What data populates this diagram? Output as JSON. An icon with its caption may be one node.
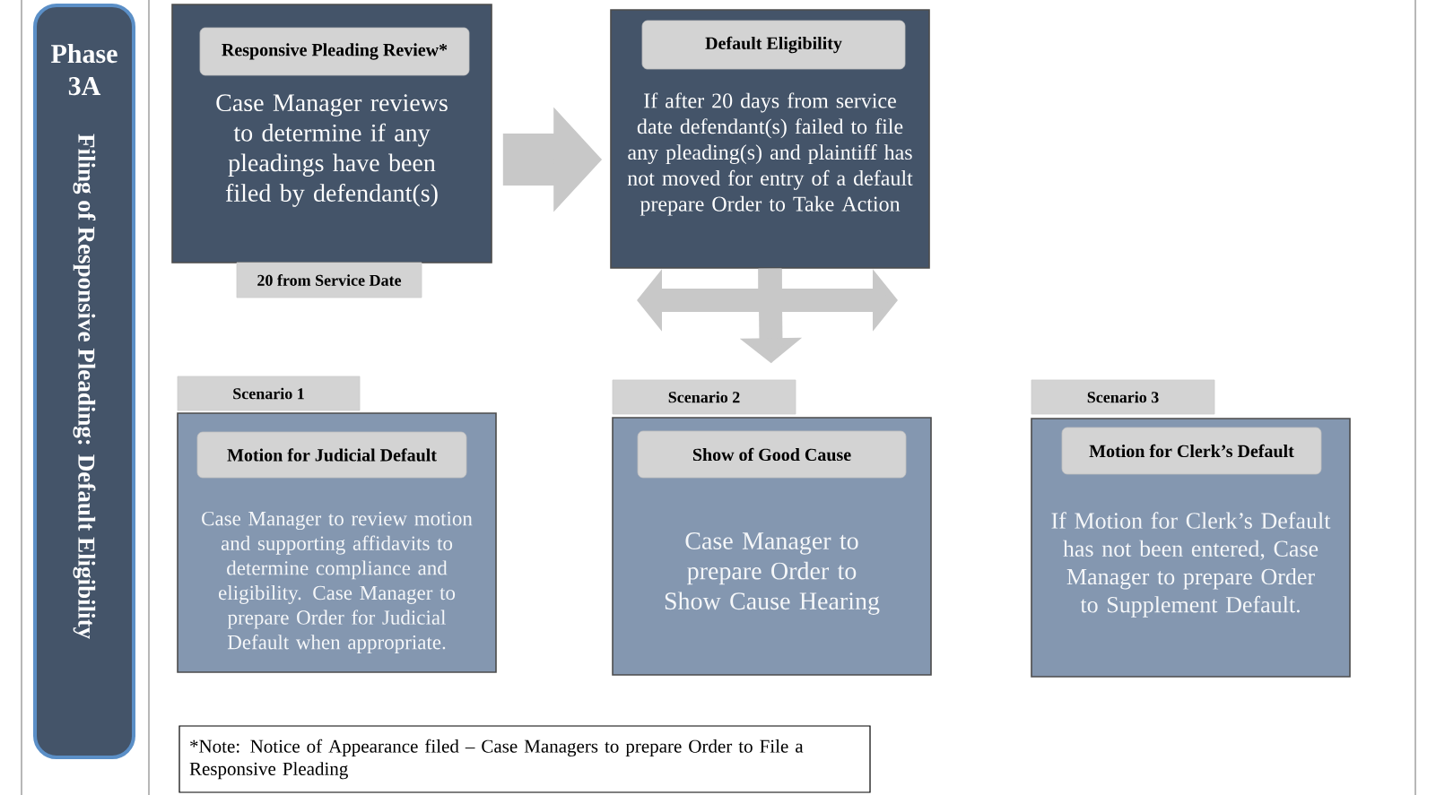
{
  "diagram": {
    "nodes": [
      {
        "text": [
          "Phase 3A",
          "Filing of Responsive Pleading: Default Eligibility"
        ]
      },
      {
        "text": [
          "Responsive Pleading Review*",
          "Case Manager reviews to determine if any pleadings have been filed by defendant(s)"
        ],
        "beside": [
          "20 from Service Date"
        ]
      },
      {
        "text": [
          "Default Eligibility",
          "If after 20 days from service date defendant(s) failed to file any pleading(s) and plaintiff has not moved for entry of a default prepare Order to Take Action"
        ]
      },
      {
        "text": [
          "Motion for Judicial Default",
          "Case Manager to review motion and supporting affidavits to determine compliance and eligibility. Case Manager to prepare Order for Judicial Default when appropriate."
        ],
        "beside": [
          "Scenario 1"
        ]
      },
      {
        "text": [
          "Show of Good Cause",
          "Case Manager to prepare Order to Show Cause Hearing"
        ],
        "beside": [
          "Scenario 2"
        ]
      },
      {
        "text": [
          "Motion for Clerk’s Default",
          "If Motion for Clerk’s Default has not been entered, Case Manager to prepare Order to Supplement Default."
        ],
        "beside": [
          "Scenario 3"
        ]
      },
      {
        "text": [
          "*Note: Notice of Appearance filed – Case Managers to prepare Order to File a Responsive Pleading"
        ]
      }
    ],
    "edges": [
      {
        "from": 1,
        "to": 2,
        "arrow": "to",
        "style": "thick"
      },
      {
        "from": 2,
        "to": null,
        "arrow": "to"
      },
      {
        "from": 2,
        "to": 4,
        "arrow": "to"
      },
      {
        "from": 2,
        "to": null,
        "arrow": "to"
      }
    ]
  }
}
